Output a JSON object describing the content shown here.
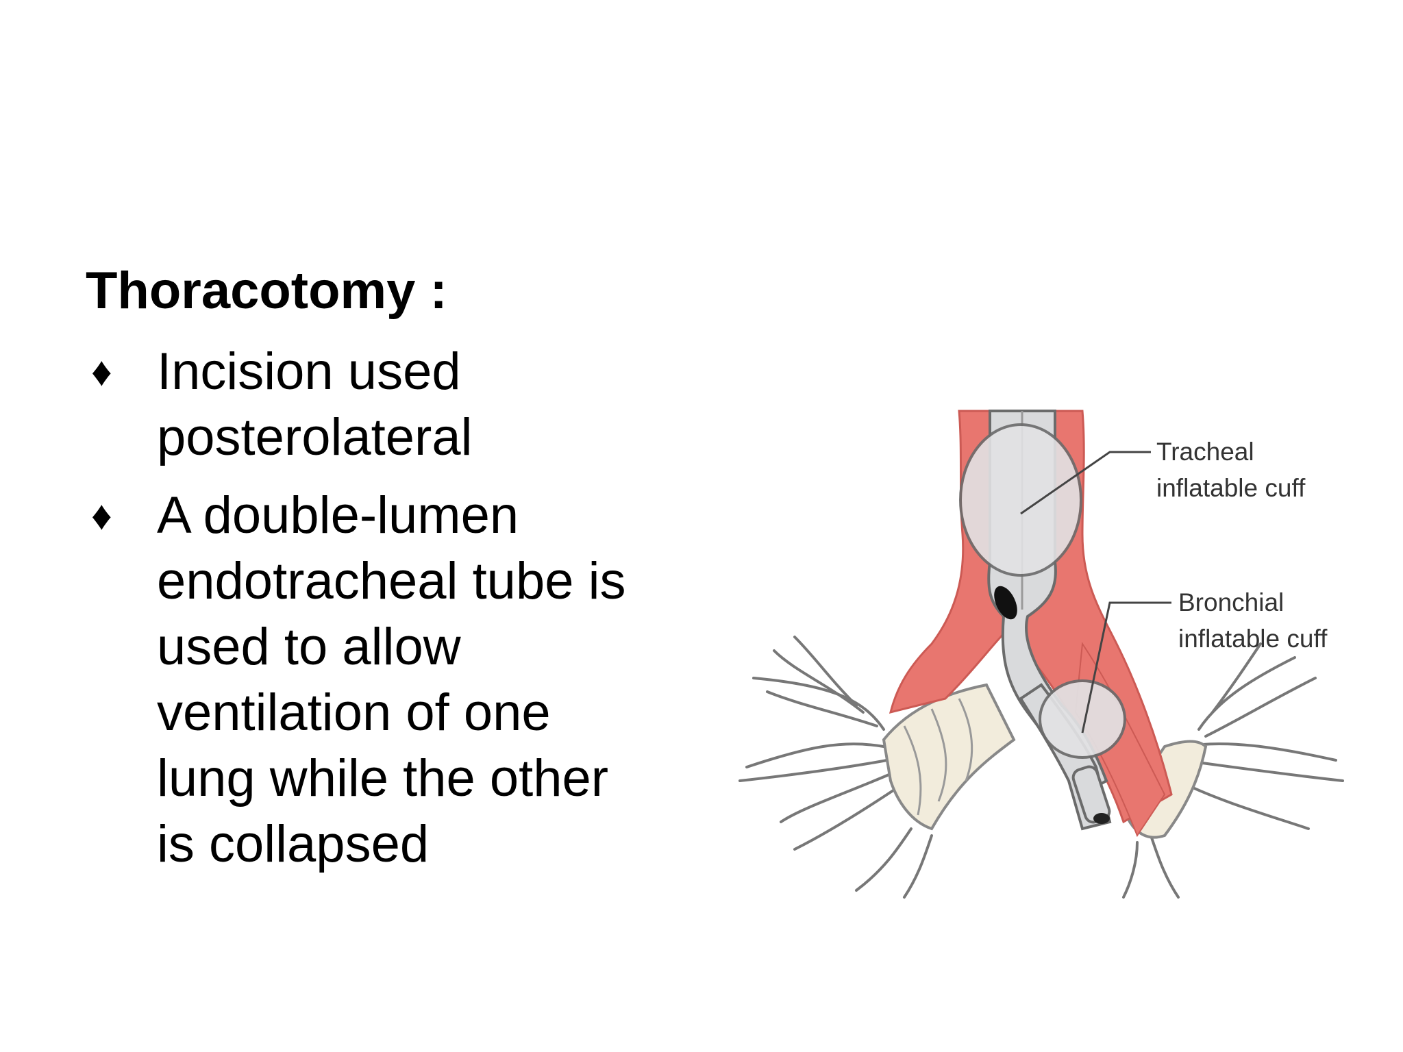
{
  "slide": {
    "title": "Thoracotomy :",
    "bullets": [
      {
        "marker": "♦",
        "lines": [
          "Incision used",
          "posterolateral"
        ]
      },
      {
        "marker": "♦",
        "lines": [
          "A double-lumen",
          "endotracheal tube is",
          "used to allow",
          "ventilation of one",
          "lung while the other",
          "is collapsed"
        ]
      }
    ]
  },
  "diagram": {
    "labels": {
      "tracheal_line1": "Tracheal",
      "tracheal_line2": "inflatable cuff",
      "bronchial_line1": "Bronchial",
      "bronchial_line2": "inflatable cuff"
    },
    "colors": {
      "airway_tissue": "#e8766f",
      "tube": "#d9dadc",
      "cartilage": "#f2ecdc",
      "outline": "#6b6b6b"
    }
  }
}
